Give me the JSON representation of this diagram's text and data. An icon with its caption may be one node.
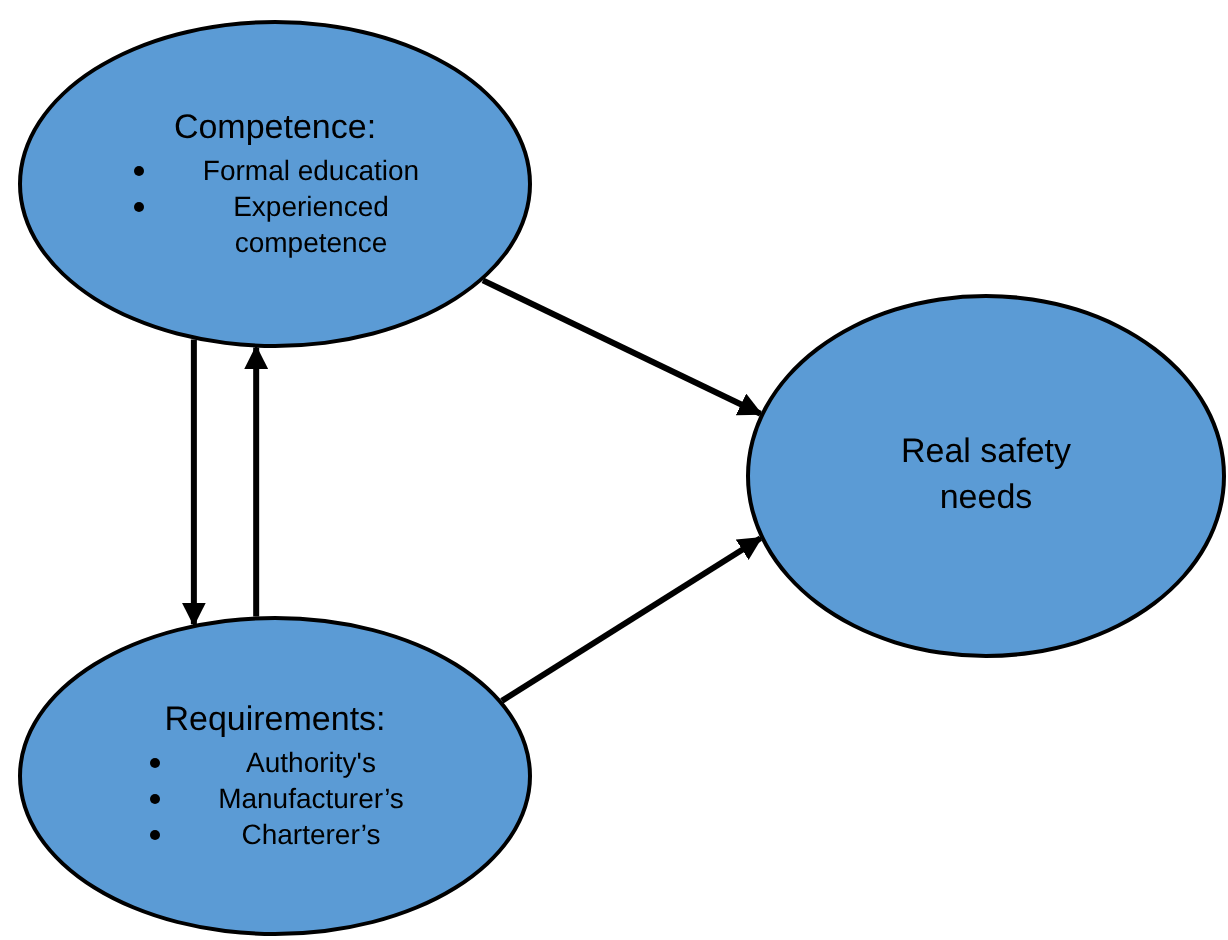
{
  "diagram": {
    "nodes": [
      {
        "text": [
          "Competence:",
          "Formal education",
          "Experienced competence"
        ]
      },
      {
        "text": [
          "Real safety needs"
        ]
      },
      {
        "text": [
          "Requirements:",
          "Authority's",
          "Manufacturer’s",
          "Charterer’s"
        ]
      }
    ],
    "edges": [
      {
        "from": 0,
        "to": 1,
        "arrow": "to"
      },
      {
        "from": 2,
        "to": 1,
        "arrow": "to"
      },
      {
        "from": 0,
        "to": 2,
        "arrow": "to"
      },
      {
        "from": 2,
        "to": 0,
        "arrow": "to"
      }
    ]
  }
}
